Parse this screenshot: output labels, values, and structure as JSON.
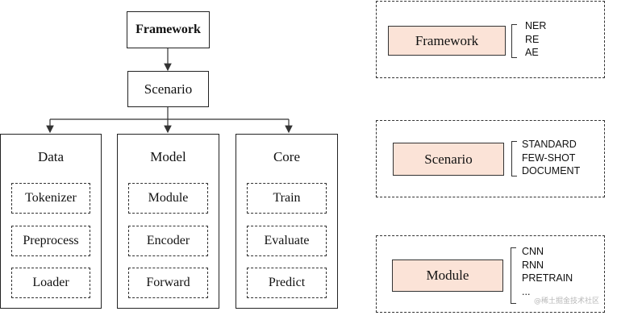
{
  "hierarchy": {
    "top": "Framework",
    "scenario": "Scenario",
    "columns": [
      {
        "title": "Data",
        "items": [
          "Tokenizer",
          "Preprocess",
          "Loader"
        ]
      },
      {
        "title": "Model",
        "items": [
          "Module",
          "Encoder",
          "Forward"
        ]
      },
      {
        "title": "Core",
        "items": [
          "Train",
          "Evaluate",
          "Predict"
        ]
      }
    ]
  },
  "panels": [
    {
      "label": "Framework",
      "options": [
        "NER",
        "RE",
        "AE"
      ]
    },
    {
      "label": "Scenario",
      "options": [
        "STANDARD",
        "FEW-SHOT",
        "DOCUMENT"
      ]
    },
    {
      "label": "Module",
      "options": [
        "CNN",
        "RNN",
        "PRETRAIN",
        "..."
      ]
    }
  ],
  "watermark": "@稀土掘金技术社区",
  "colors": {
    "box_fill": "#fbe3d7",
    "line": "#222222"
  }
}
